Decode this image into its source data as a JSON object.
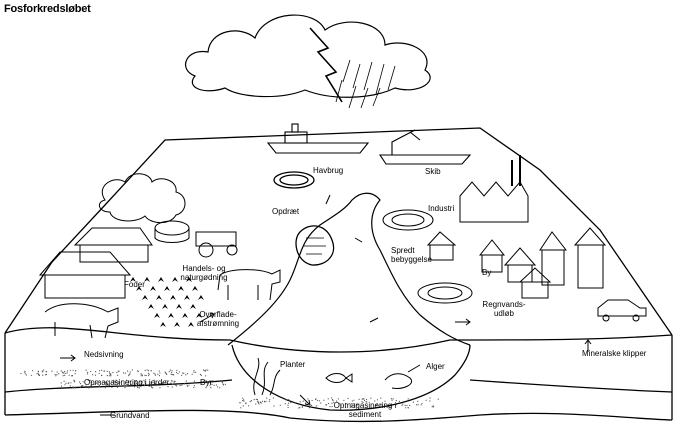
{
  "title": "Fosforkredsløbet",
  "labels": {
    "havbrug": "Havbrug",
    "skib": "Skib",
    "opdraet": "Opdræt",
    "industri": "Industri",
    "spredt_bebyggelse": "Spredt bebyggelse",
    "by": "By",
    "foder": "Foder",
    "handels_og_naturgodning": "Handels- og naturgødning",
    "overfladeafstromning": "Overflade-afstrømning",
    "regnvandsudlob": "Regnvands-udløb",
    "nedsivning": "Nedsivning",
    "opmagasinering_i_jorder": "Opmagasinering i jorder",
    "dyr": "Dyr",
    "planter": "Planter",
    "alger": "Alger",
    "opmagasinering_sediment": "Opmagasinering i sediment",
    "grundvand": "Grundvand",
    "mineralske_klipper": "Mineralske klipper"
  },
  "colors": {
    "ink": "#000000",
    "paper": "#ffffff",
    "dots": "#555555"
  }
}
